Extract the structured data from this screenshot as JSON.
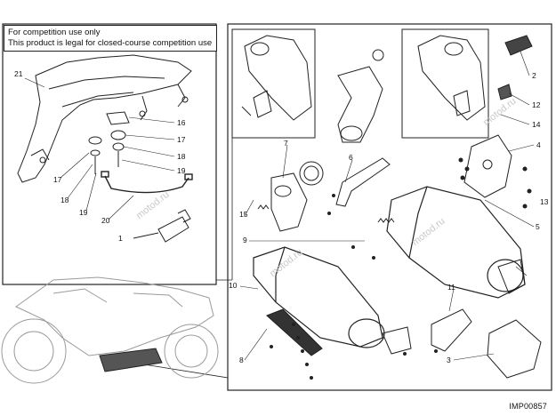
{
  "notice": {
    "line1": "For competition use only",
    "line2": "This product is legal for closed-course competition use only"
  },
  "diagram_code": "IMP00857",
  "watermark": "motod.ru",
  "callouts": [
    "1",
    "2",
    "3",
    "4",
    "5",
    "6",
    "7",
    "8",
    "9",
    "10",
    "11",
    "12",
    "13",
    "14",
    "15",
    "16",
    "17",
    "18",
    "19",
    "20",
    "21"
  ],
  "colors": {
    "line": "#222222",
    "shade": "#8a8a8a",
    "panel_border": "#222222"
  }
}
